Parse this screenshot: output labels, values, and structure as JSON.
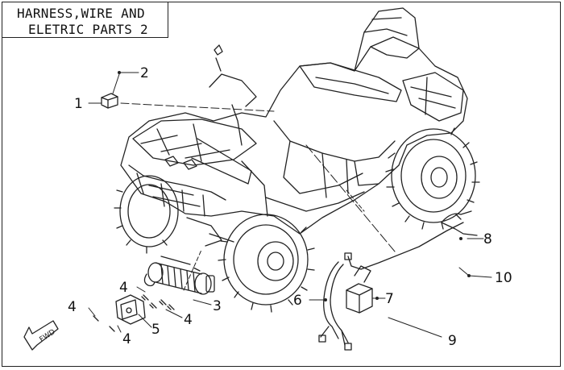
{
  "title": {
    "line1": "HARNESS,WIRE AND",
    "line2": "ELETRIC PARTS 2"
  },
  "fwd_label": "FWD",
  "callouts": [
    "1",
    "2",
    "3",
    "4",
    "4",
    "4",
    "4",
    "5",
    "6",
    "7",
    "8",
    "9",
    "10"
  ]
}
